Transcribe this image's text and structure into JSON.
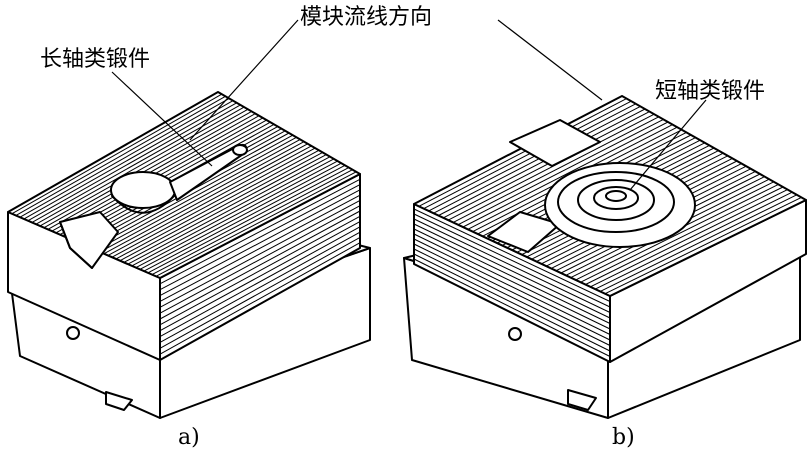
{
  "labels": {
    "flow_direction": "模块流线方向",
    "long_axis_forging": "长轴类锻件",
    "short_axis_forging": "短轴类锻件"
  },
  "captions": {
    "a": "a)",
    "b": "b)"
  },
  "colors": {
    "line": "#000000",
    "background": "#ffffff"
  }
}
